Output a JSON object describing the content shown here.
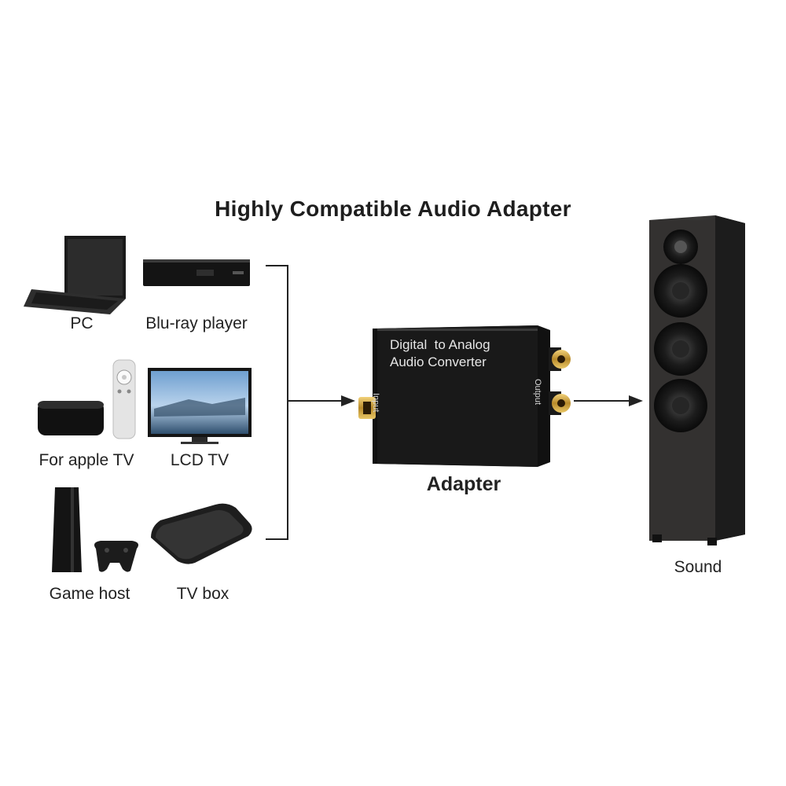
{
  "title": "Highly Compatible Audio Adapter",
  "sources": [
    {
      "label": "PC",
      "icon": "laptop-icon"
    },
    {
      "label": "Blu-ray player",
      "icon": "bluray-player-icon"
    },
    {
      "label": "For apple TV",
      "icon": "apple-tv-icon"
    },
    {
      "label": "LCD TV",
      "icon": "lcd-tv-icon"
    },
    {
      "label": "Game host",
      "icon": "game-console-icon"
    },
    {
      "label": "TV box",
      "icon": "tv-box-icon"
    }
  ],
  "adapter": {
    "label": "Adapter",
    "face_line1": "Digital  to Analog",
    "face_line2": "Audio Converter",
    "input_label": "Input",
    "output_label": "Output"
  },
  "output_device": {
    "label": "Sound",
    "icon": "tower-speaker-icon"
  }
}
